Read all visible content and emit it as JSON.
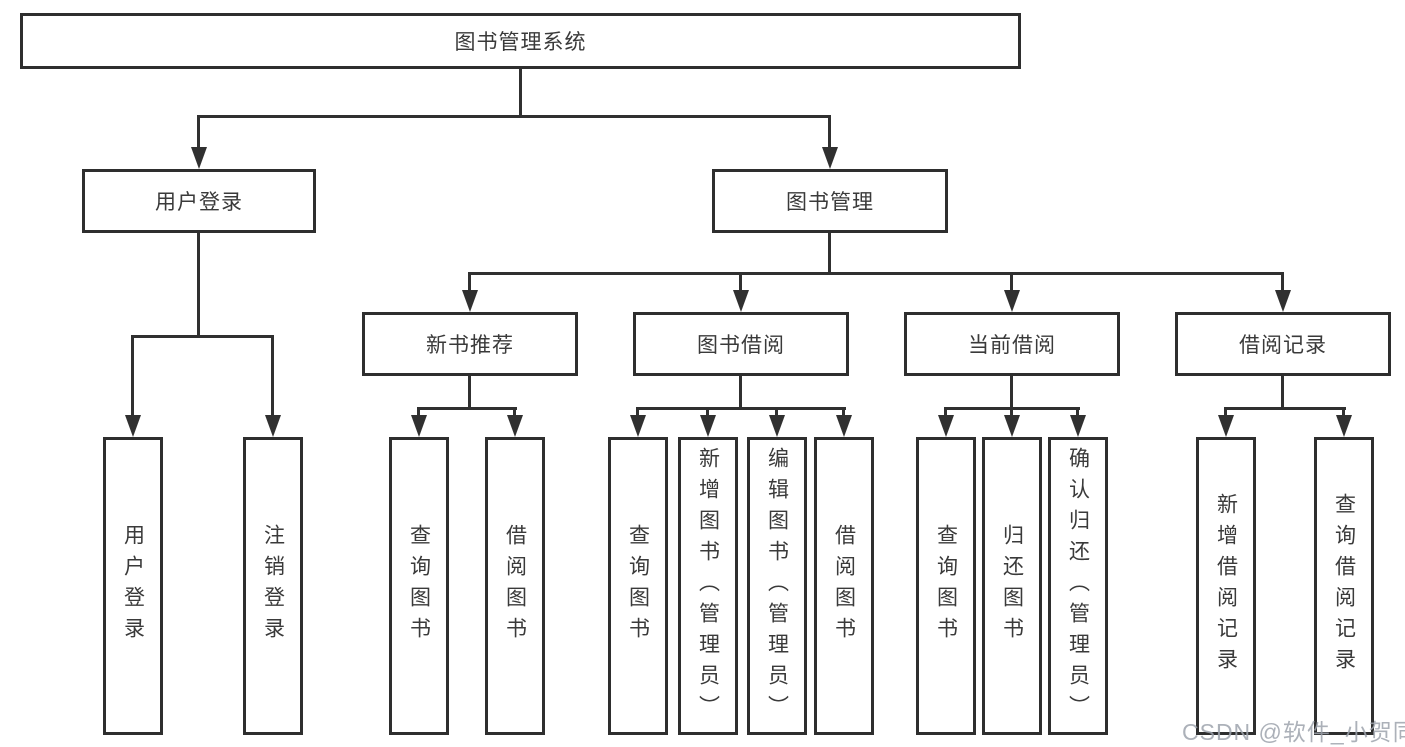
{
  "diagram": {
    "title": "图书管理系统",
    "nodes": {
      "root": "图书管理系统",
      "user_login": "用户登录",
      "book_mgmt": "图书管理",
      "new_book_rec": "新书推荐",
      "book_borrow": "图书借阅",
      "current_borrow": "当前借阅",
      "borrow_record": "借阅记录",
      "leaves": [
        {
          "label": "用户登录",
          "parent": "用户登录"
        },
        {
          "label": "注销登录",
          "parent": "用户登录"
        },
        {
          "label": "查询图书",
          "parent": "新书推荐"
        },
        {
          "label": "借阅图书",
          "parent": "新书推荐"
        },
        {
          "label": "查询图书",
          "parent": "图书借阅"
        },
        {
          "label": "新增图书（管理员）",
          "parent": "图书借阅"
        },
        {
          "label": "编辑图书（管理员）",
          "parent": "图书借阅"
        },
        {
          "label": "借阅图书",
          "parent": "图书借阅"
        },
        {
          "label": "查询图书",
          "parent": "当前借阅"
        },
        {
          "label": "归还图书",
          "parent": "当前借阅"
        },
        {
          "label": "确认归还（管理员）",
          "parent": "当前借阅"
        },
        {
          "label": "新增借阅记录",
          "parent": "借阅记录"
        },
        {
          "label": "查询借阅记录",
          "parent": "借阅记录"
        }
      ]
    },
    "colors": {
      "line": "#303030",
      "box_border": "#2e2e2e",
      "text": "#3a3a3a",
      "background": "#ffffff",
      "watermark_text": "#9ea3ad"
    }
  },
  "watermark": {
    "text": "CSDN @软件_小贺同学"
  }
}
